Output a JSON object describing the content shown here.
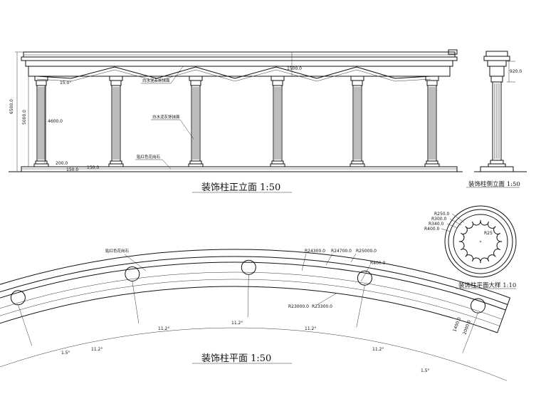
{
  "front_elevation": {
    "title": "装饰柱正立面  1:50",
    "dims": {
      "overall_height": "6500.0",
      "column_height": "5000.0",
      "shaft_height": "4600.0",
      "base": "200.0",
      "step1": "150.0",
      "step2": "150.0",
      "beam": "1500.0",
      "angle": "15.0°"
    },
    "notes": {
      "cornice": "白水泥灰饰抹面",
      "column": "白水泥灰饰抹面",
      "plinth": "贴红色花岗石"
    }
  },
  "side_elevation": {
    "title": "装饰柱侧立面  1:50",
    "dim": "920.0"
  },
  "plan": {
    "title": "装饰柱平面     1:50",
    "note": "贴红色花岗石",
    "radii": {
      "r24300": "R24300.0",
      "r24700": "R24700.0",
      "r25000": "R25000.0",
      "r400": "R400.0",
      "r23000": "R23000.0",
      "r23300": "R23300.0"
    },
    "angles": {
      "a1": "11.2°",
      "a2": "11.2°",
      "a3": "11.2°",
      "a4": "11.2°",
      "a5": "11.2°",
      "edge_left": "1.5°",
      "edge_right": "1.5°"
    },
    "end_dims": {
      "d1400": "1400.0",
      "d2000": "2000.0"
    }
  },
  "column_plan_detail": {
    "title": "装饰柱平面大样  1:10",
    "radii": {
      "r250": "R250.0",
      "r300": "R300.0",
      "r340": "R340.0",
      "r400": "R400.0",
      "r25": "R25"
    }
  }
}
